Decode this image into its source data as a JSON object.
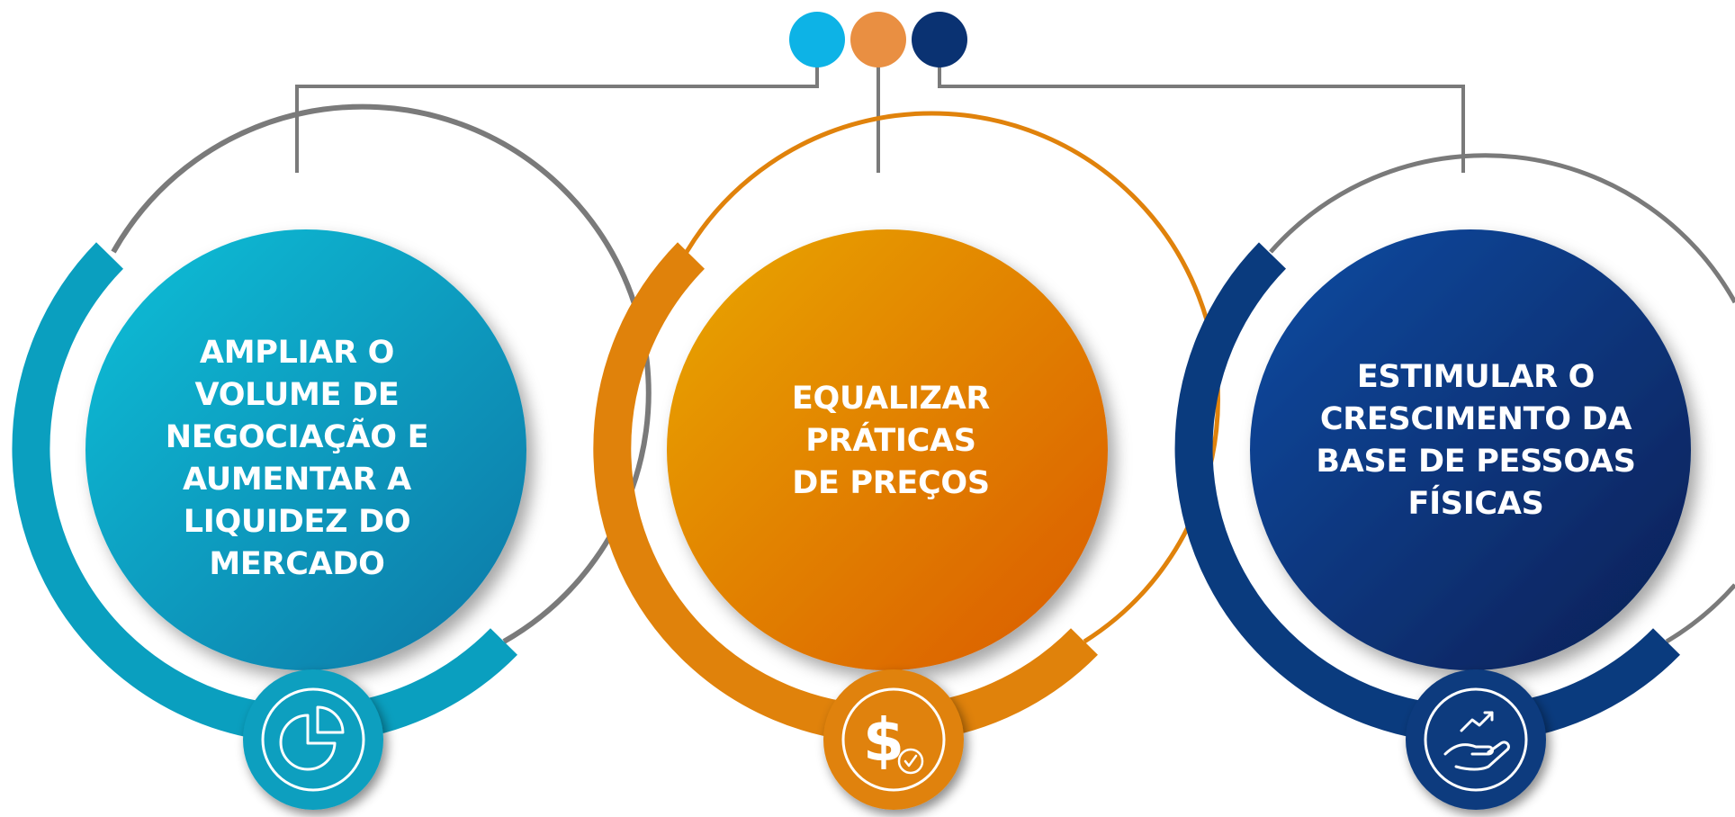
{
  "items": [
    {
      "text": "AMPLIAR O\nVOLUME DE\nNEGOCIAÇÃO E\nAUMENTAR A\nLIQUIDEZ DO\nMERCADO",
      "color": "#0a9fbf",
      "icon": "pie-chart-icon"
    },
    {
      "text": "EQUALIZAR\nPRÁTICAS\nDE PREÇOS",
      "color": "#e0820b",
      "icon": "dollar-check-icon"
    },
    {
      "text": "ESTIMULAR O\nCRESCIMENTO DA\nBASE DE PESSOAS\nFÍSICAS",
      "color": "#0a3b7e",
      "icon": "hand-growth-icon"
    }
  ],
  "top_dots": [
    "#0db3e6",
    "#e98f42",
    "#0a3272"
  ]
}
